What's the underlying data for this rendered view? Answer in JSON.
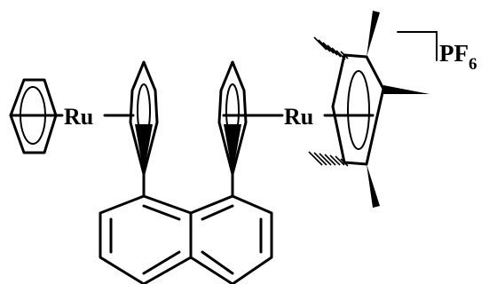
{
  "labels": {
    "metal_left": "Ru",
    "metal_right": "Ru",
    "counterion": "PF",
    "counterion_subscript": "6"
  },
  "colors": {
    "ink": "#000000",
    "background": "#ffffff"
  }
}
